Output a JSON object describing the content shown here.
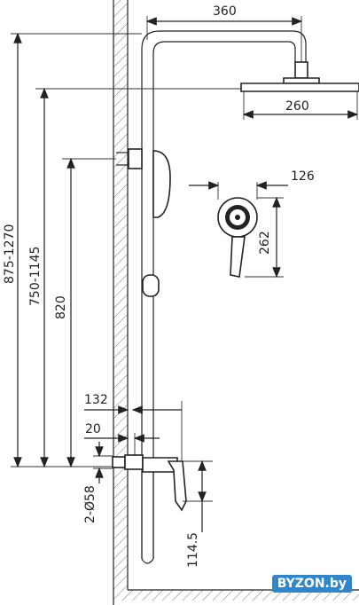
{
  "dimensions": {
    "rail_width": "360",
    "head_diameter": "260",
    "hand_shower_width": "126",
    "hand_shower_height": "262",
    "total_height": "875-1270",
    "head_height": "750-1145",
    "holder_height": "820",
    "outlet_offset": "132",
    "outlet_depth": "20",
    "connection_diameter": "2-Ø58",
    "connection_spacing": "114.5"
  },
  "watermark": "BYZON.by"
}
